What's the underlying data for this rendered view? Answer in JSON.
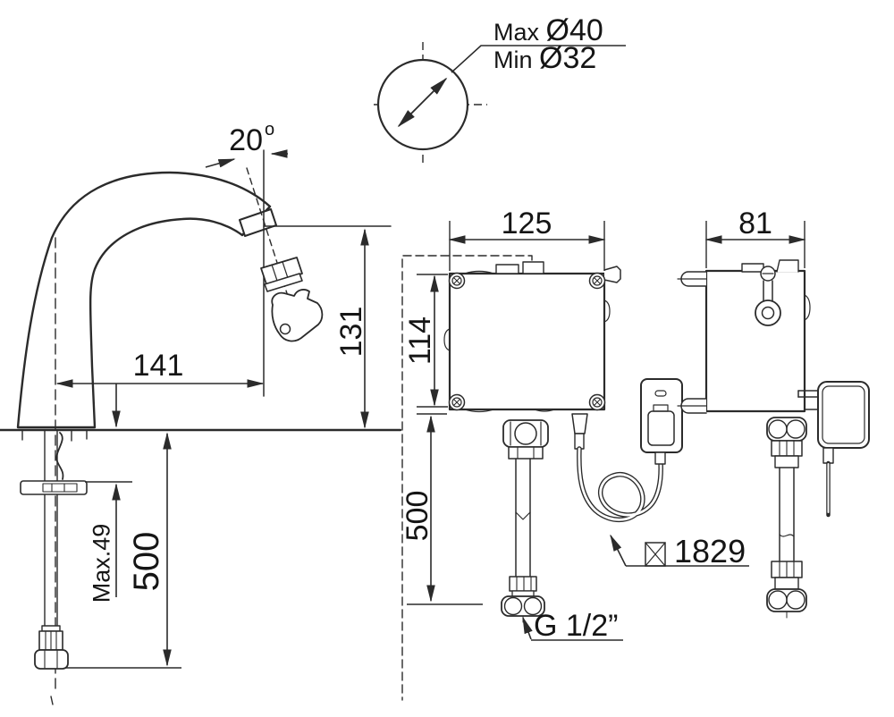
{
  "drawing": {
    "nozzle_detail": {
      "max_label": "Max ",
      "max_value": "Ø40",
      "min_label": "Min ",
      "min_value": "Ø32"
    },
    "side_view": {
      "spout_angle": "20",
      "spout_angle_unit": "o",
      "spout_reach": "141",
      "spout_height": "131",
      "deck_max": "Max.49",
      "supply_length": "500"
    },
    "front_view": {
      "box_width": "125",
      "box_height": "114",
      "hose_length": "500",
      "thread_label": "G 1/2”"
    },
    "side_box_view": {
      "box_depth": "81"
    },
    "model_label": "1829"
  }
}
